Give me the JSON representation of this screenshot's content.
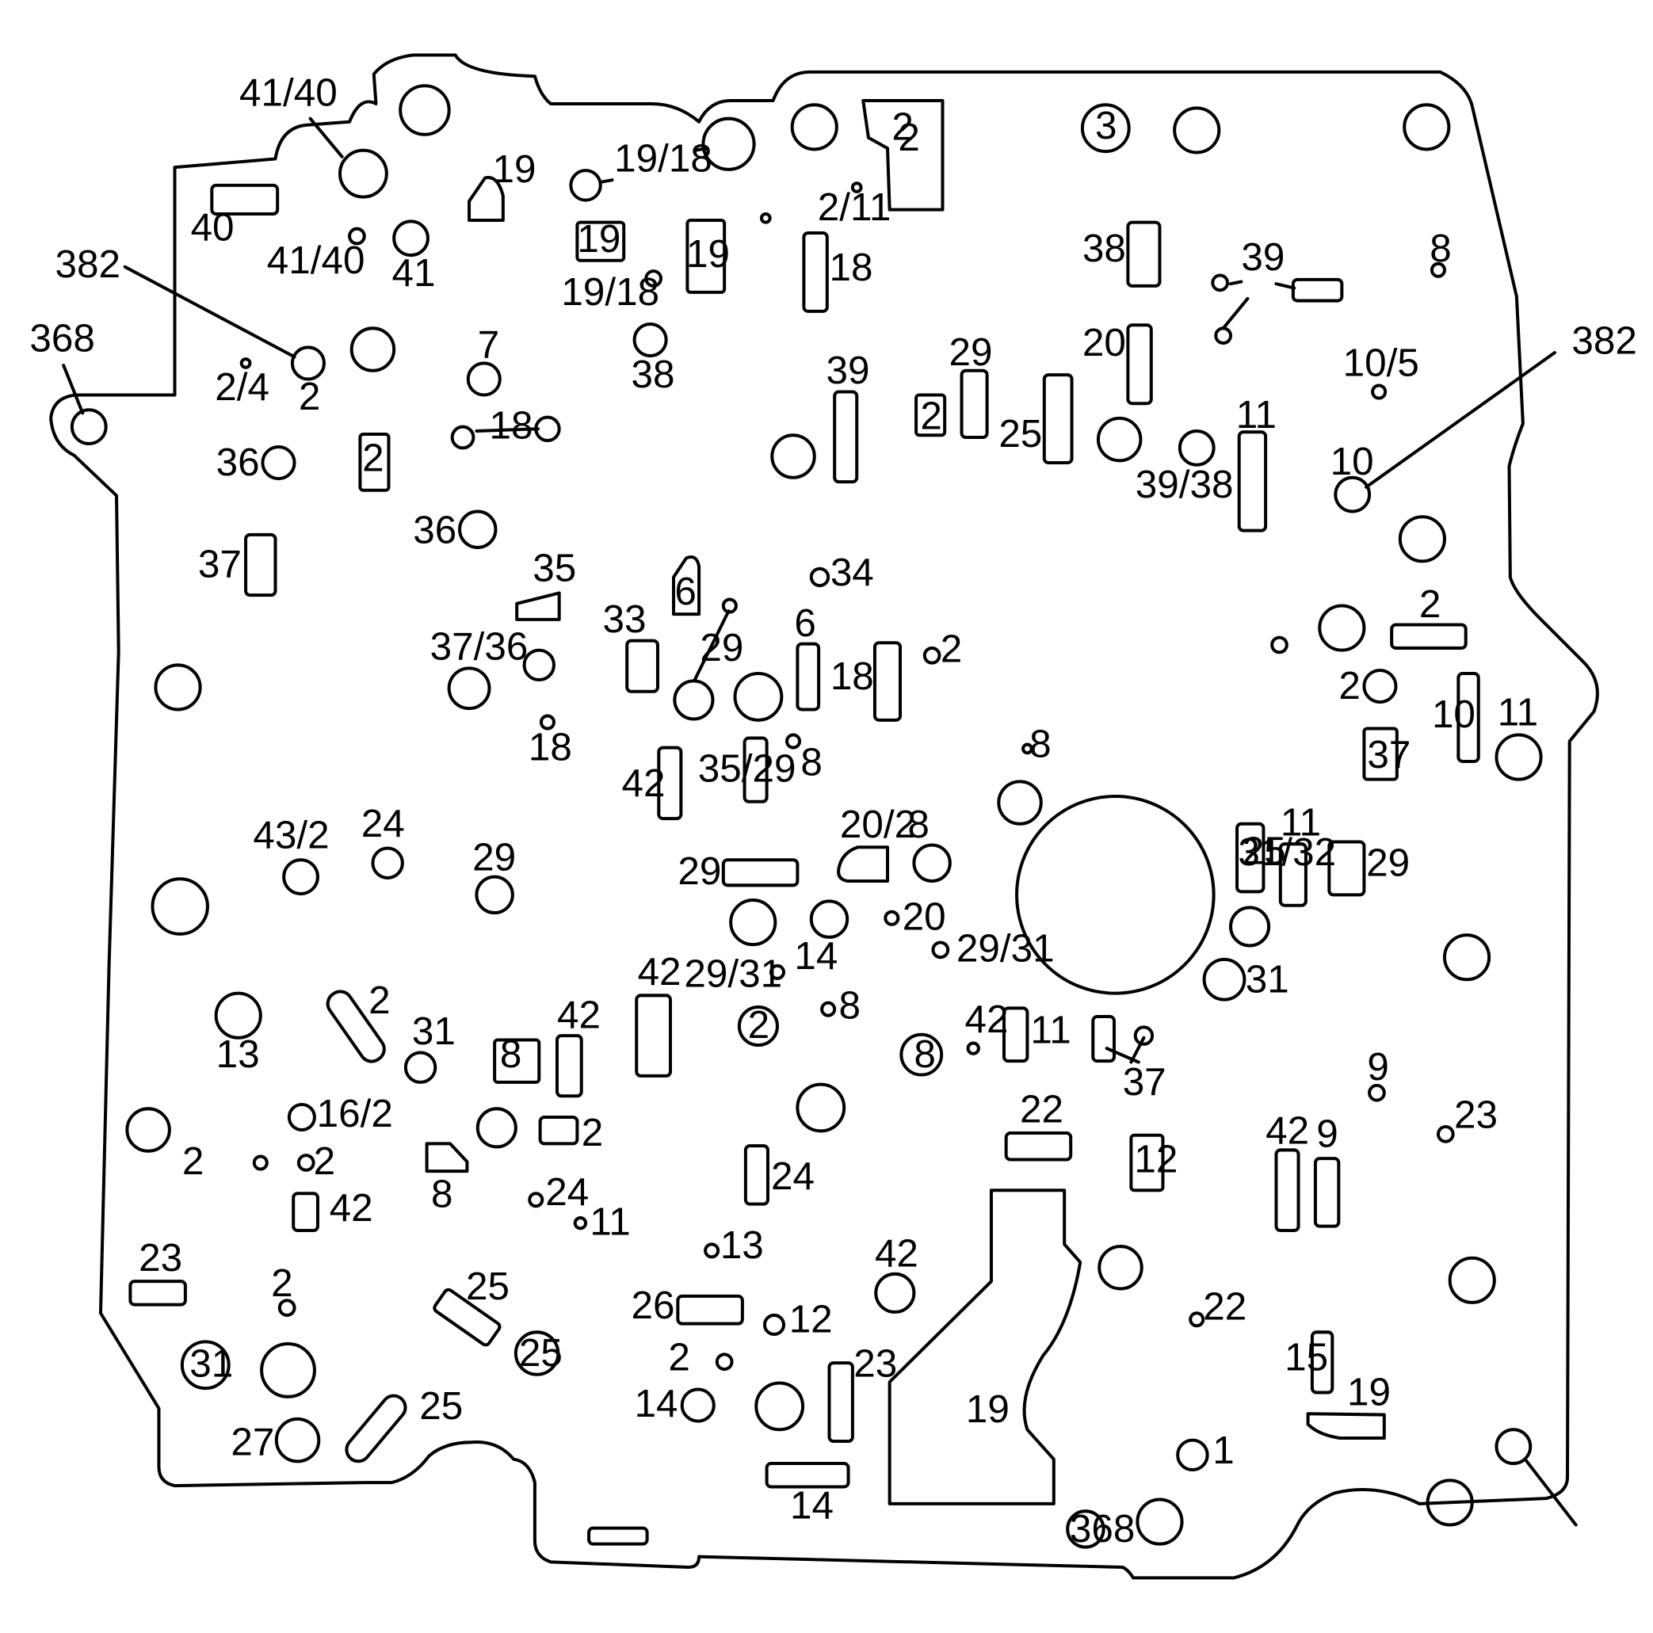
{
  "diagram": {
    "description_labels": [
      "41/40",
      "40",
      "41/40",
      "41",
      "19",
      "19/18",
      "19",
      "19",
      "19/18",
      "2",
      "2/11",
      "18",
      "2",
      "3",
      "38",
      "39",
      "8",
      "382",
      "368",
      "2/4",
      "2",
      "7",
      "18",
      "38",
      "39",
      "29",
      "2",
      "20",
      "25",
      "11",
      "39/38",
      "10/5",
      "382",
      "10",
      "36",
      "2",
      "36",
      "37",
      "35",
      "6",
      "34",
      "37/36",
      "33",
      "29",
      "6",
      "18",
      "2",
      "8",
      "2",
      "2",
      "10",
      "11",
      "37",
      "18",
      "42",
      "35/29",
      "8",
      "31/32",
      "43/2",
      "24",
      "29",
      "29",
      "20/2",
      "8",
      "25",
      "11",
      "29",
      "20",
      "29/31",
      "29/31",
      "14",
      "31",
      "2",
      "31",
      "42",
      "42",
      "8",
      "8",
      "2",
      "8",
      "42",
      "11",
      "37",
      "13",
      "22",
      "16/2",
      "2",
      "2",
      "42",
      "2",
      "8",
      "24",
      "24",
      "11",
      "12",
      "42",
      "9",
      "9",
      "23",
      "23",
      "2",
      "13",
      "42",
      "25",
      "26",
      "12",
      "22",
      "31",
      "25",
      "2",
      "15",
      "19",
      "23",
      "27",
      "25",
      "14",
      "1",
      "19",
      "14",
      "368"
    ]
  }
}
